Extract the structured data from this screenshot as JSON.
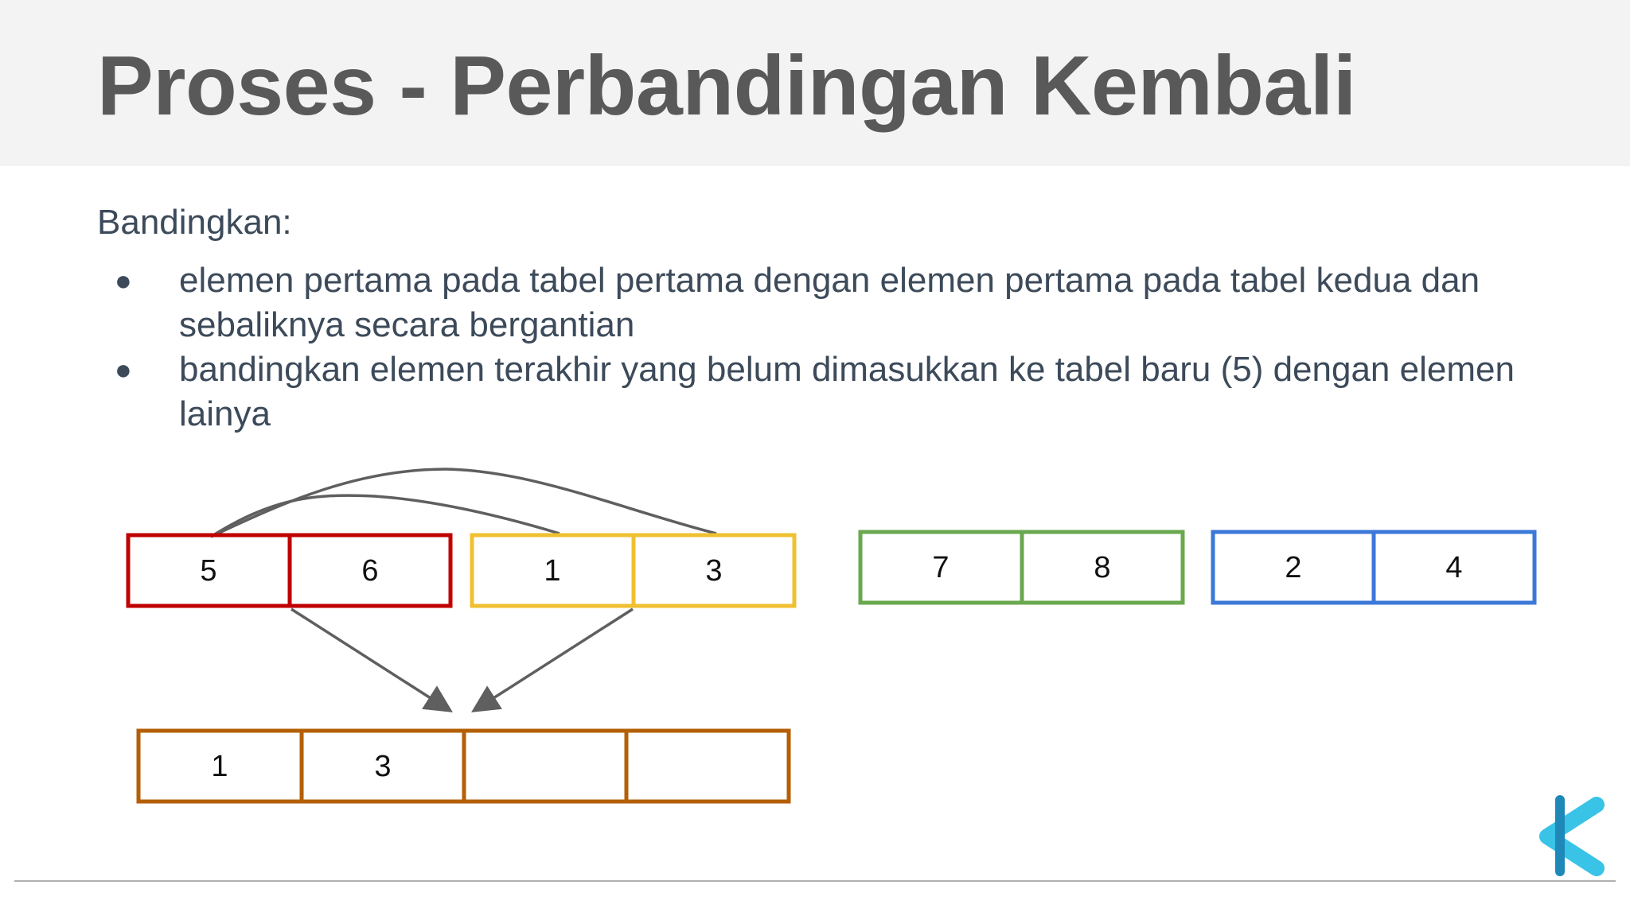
{
  "slide": {
    "title": "Proses - Perbandingan Kembali",
    "intro": "Bandingkan:",
    "bullets": [
      "elemen pertama pada tabel pertama dengan elemen pertama pada tabel kedua dan sebaliknya secara bergantian",
      "bandingkan elemen terakhir yang belum dimasukkan ke tabel baru (5) dengan elemen lainya"
    ]
  },
  "diagram": {
    "arrays": [
      {
        "name": "red",
        "color": "#c00000",
        "cells": [
          "5",
          "6"
        ]
      },
      {
        "name": "yellow",
        "color": "#f0c030",
        "cells": [
          "1",
          "3"
        ]
      },
      {
        "name": "green",
        "color": "#6aa84f",
        "cells": [
          "7",
          "8"
        ]
      },
      {
        "name": "blue",
        "color": "#3c78d8",
        "cells": [
          "2",
          "4"
        ]
      },
      {
        "name": "result",
        "color": "#b45f06",
        "cells": [
          "1",
          "3",
          "",
          ""
        ]
      }
    ]
  },
  "colors": {
    "title_band": "#f3f3f3",
    "title_text": "#595959",
    "body_text": "#3c4a5a",
    "connector": "#5f5f5f",
    "logo_light": "#39c3e6",
    "logo_dark": "#1e88b8"
  }
}
